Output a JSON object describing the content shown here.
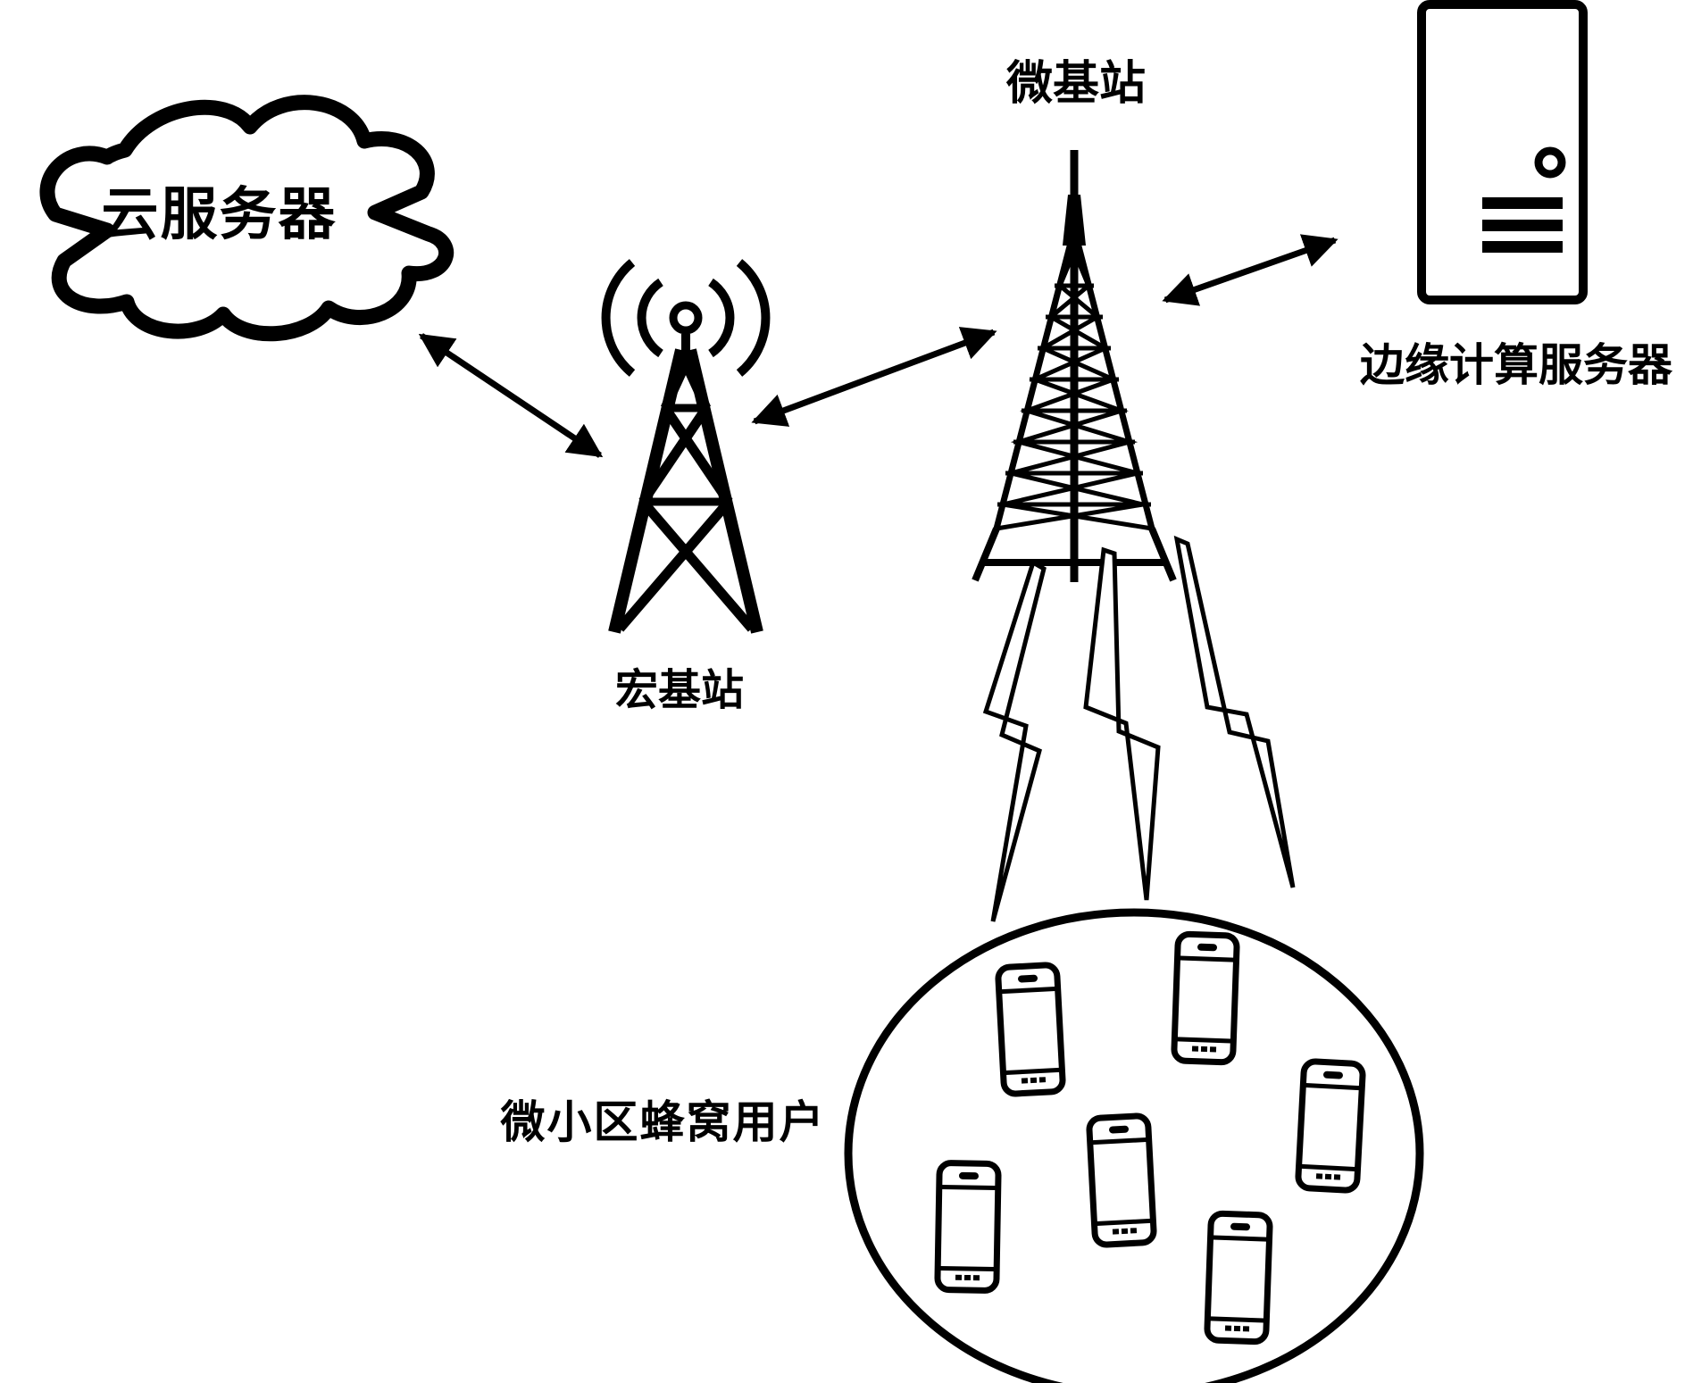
{
  "diagram": {
    "type": "network-architecture-figure",
    "language": "zh-CN",
    "colors": {
      "foreground": "#000000",
      "background": "#ffffff"
    },
    "nodes": {
      "cloud_server": {
        "label": "云服务器",
        "icon": "cloud-icon"
      },
      "macro_base_station": {
        "label": "宏基站",
        "icon": "radio-tower-icon"
      },
      "micro_base_station": {
        "label": "微基站",
        "icon": "lattice-tower-icon"
      },
      "edge_server": {
        "label": "边缘计算服务器",
        "icon": "server-tower-icon"
      },
      "micro_cell_users": {
        "label": "微小区蜂窝用户",
        "icon": "user-group-ellipse",
        "phone_count": 6
      }
    },
    "links": [
      {
        "from": "cloud_server",
        "to": "macro_base_station",
        "style": "double-headed-arrow"
      },
      {
        "from": "macro_base_station",
        "to": "micro_base_station",
        "style": "double-headed-arrow"
      },
      {
        "from": "micro_base_station",
        "to": "edge_server",
        "style": "double-headed-arrow"
      },
      {
        "from": "micro_base_station",
        "to": "micro_cell_users",
        "style": "lightning-bolts",
        "bolt_count": 3
      }
    ]
  }
}
